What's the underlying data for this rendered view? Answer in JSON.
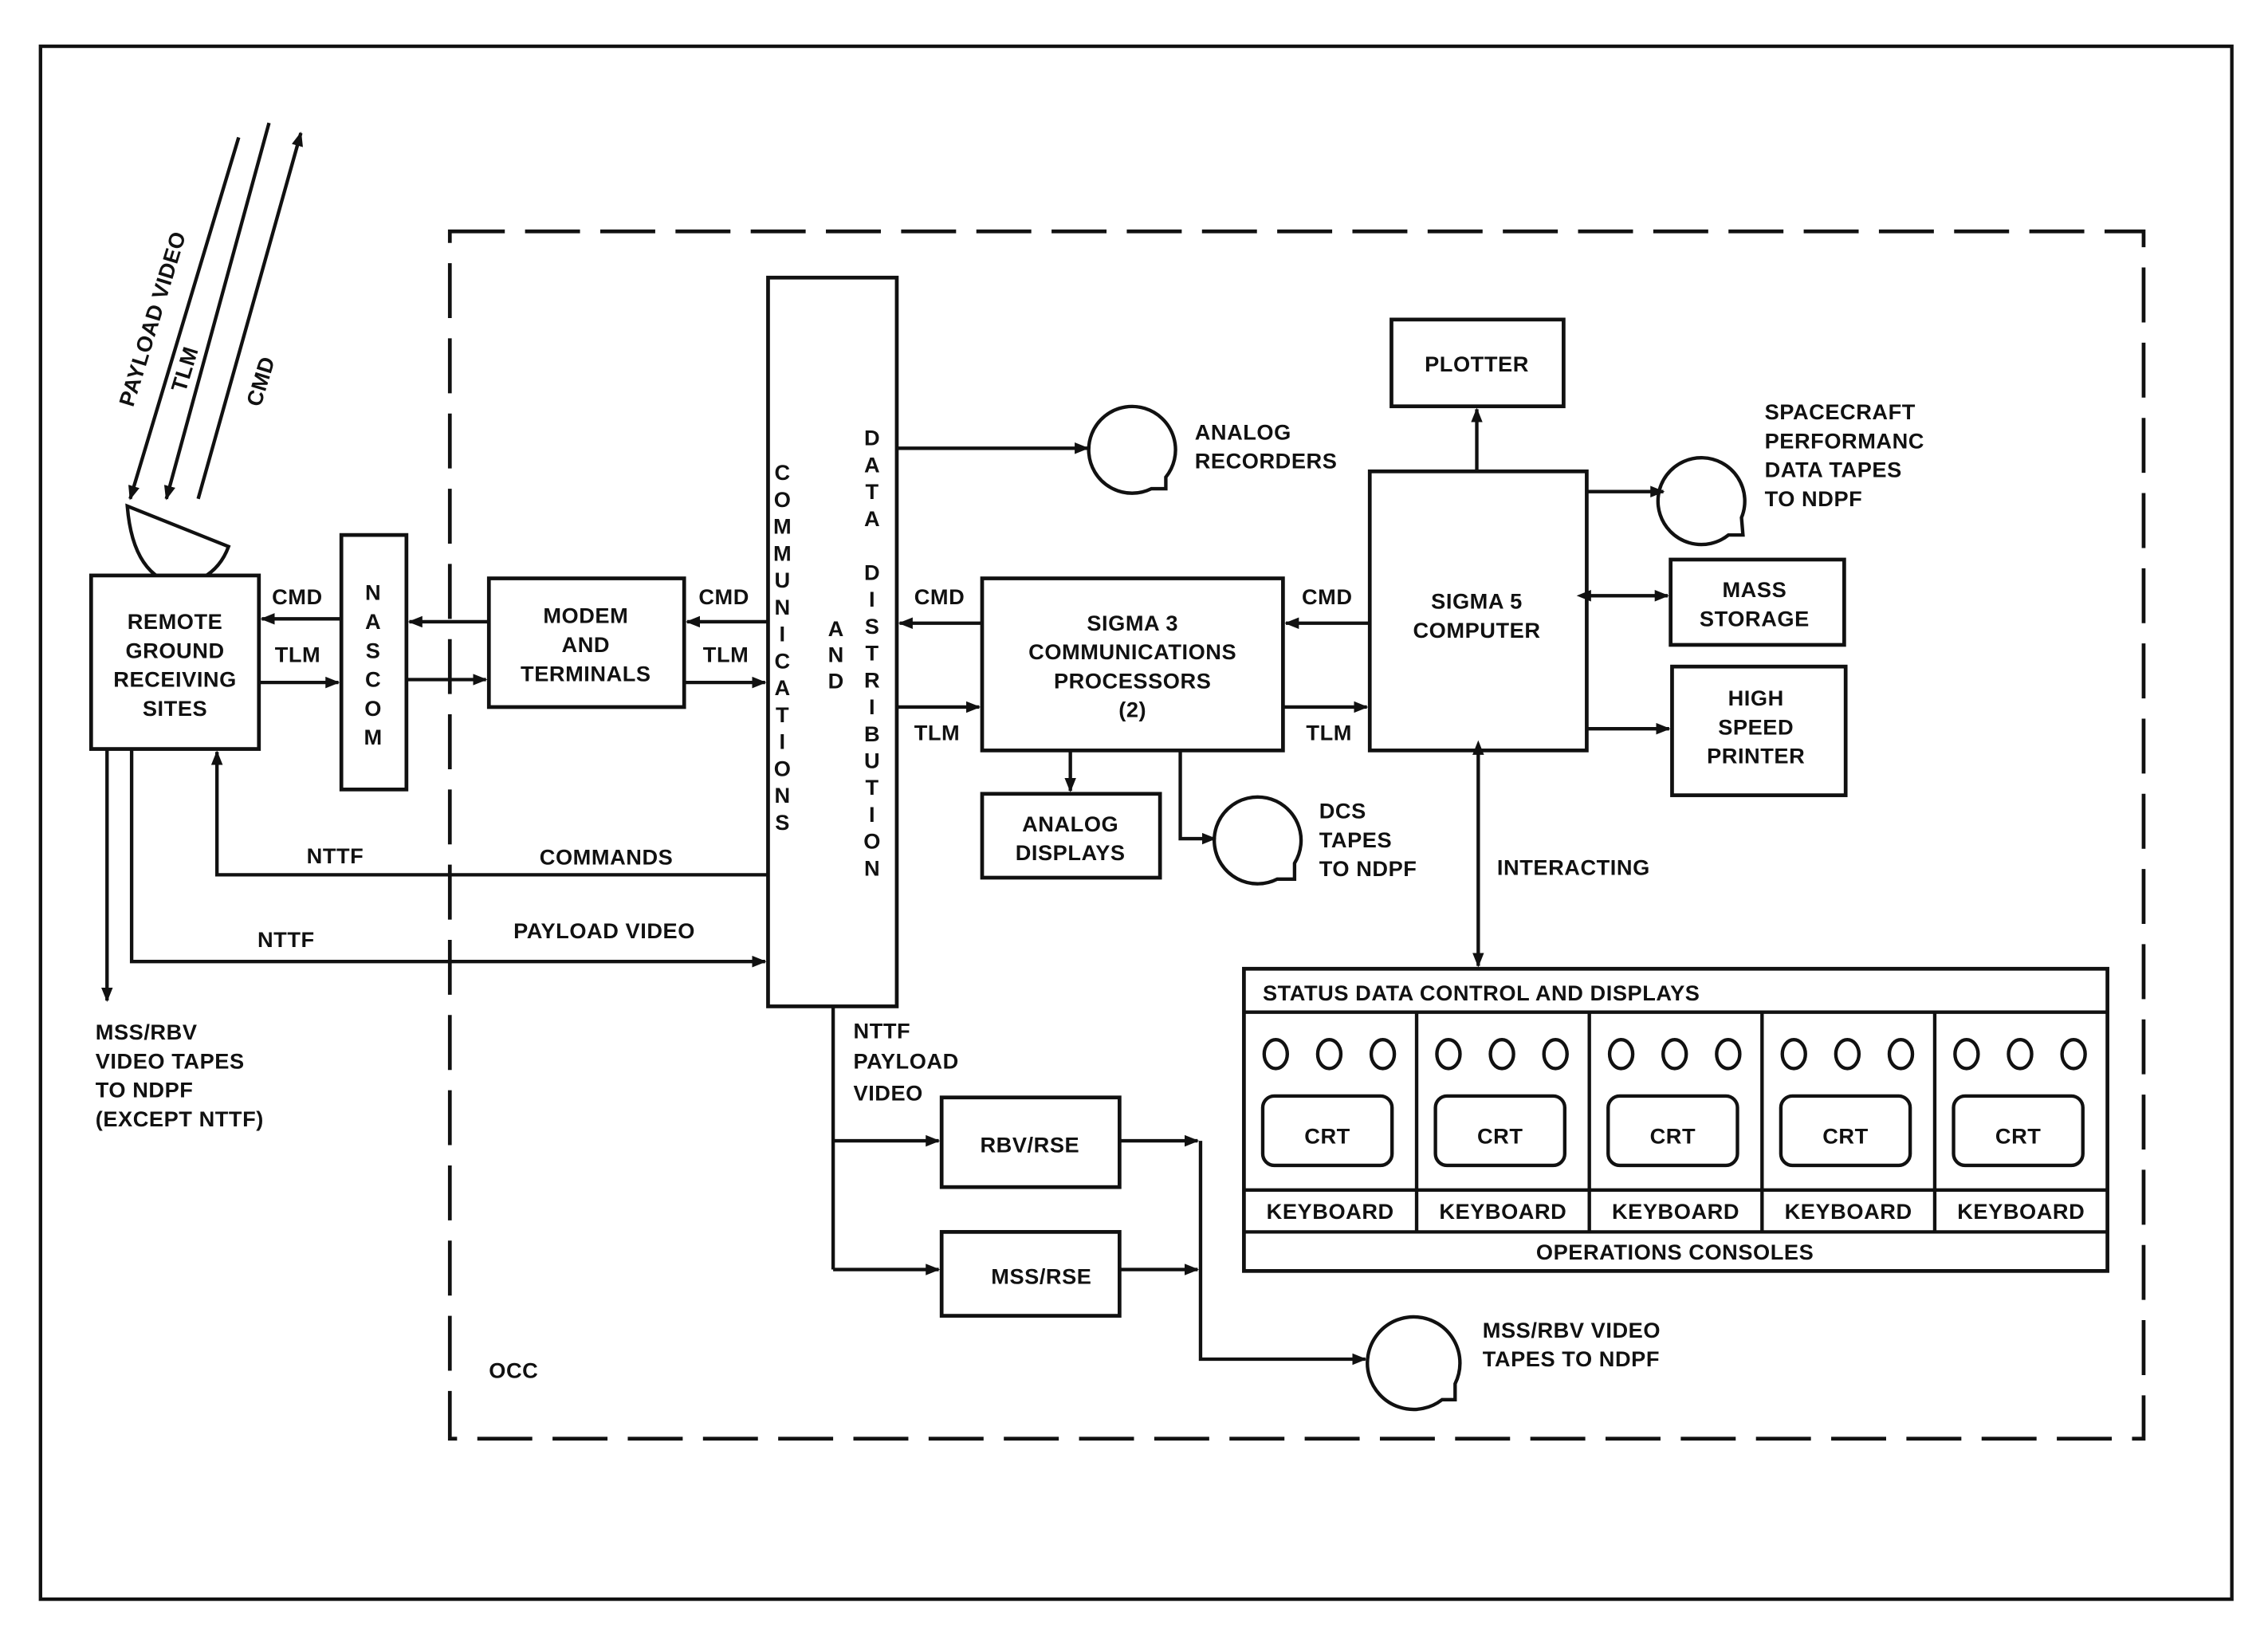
{
  "diagram": {
    "boundary_label": "OCC",
    "uplink": {
      "payload_video": "PAYLOAD VIDEO",
      "tlm": "TLM",
      "cmd": "CMD"
    },
    "blocks": {
      "remote_ground": [
        "REMOTE",
        "GROUND",
        "RECEIVING",
        "SITES"
      ],
      "nascom": [
        "N",
        "A",
        "S",
        "C",
        "O",
        "M"
      ],
      "modem": [
        "MODEM",
        "AND",
        "TERMINALS"
      ],
      "comm_col": [
        "C",
        "O",
        "M",
        "M",
        "U",
        "N",
        "I",
        "C",
        "A",
        "T",
        "I",
        "O",
        "N",
        "S"
      ],
      "and_col": [
        "A",
        "N",
        "D"
      ],
      "data_dist_col": [
        "D",
        "A",
        "T",
        "A",
        "",
        "D",
        "I",
        "S",
        "T",
        "R",
        "I",
        "B",
        "U",
        "T",
        "I",
        "O",
        "N"
      ],
      "sigma3": [
        "SIGMA 3",
        "COMMUNICATIONS",
        "PROCESSORS",
        "(2)"
      ],
      "sigma5": [
        "SIGMA 5",
        "COMPUTER"
      ],
      "plotter": "PLOTTER",
      "mass_storage": [
        "MASS",
        "STORAGE"
      ],
      "printer": [
        "HIGH",
        "SPEED",
        "PRINTER"
      ],
      "analog_displays": [
        "ANALOG",
        "DISPLAYS"
      ],
      "rbv_rse": "RBV/RSE",
      "mss_rse": "MSS/RSE"
    },
    "tapes": {
      "analog_recorders": [
        "ANALOG",
        "RECORDERS"
      ],
      "spacecraft_perf": [
        "SPACECRAFT",
        "PERFORMANC",
        "DATA TAPES",
        "TO NDPF"
      ],
      "dcs": [
        "DCS",
        "TAPES",
        "TO NDPF"
      ],
      "mss_rbv_video": [
        "MSS/RBV VIDEO",
        "TAPES TO NDPF"
      ]
    },
    "links": {
      "cmd": "CMD",
      "tlm": "TLM",
      "nttf_1": "NTTF",
      "commands": "COMMANDS",
      "nttf_2": "NTTF",
      "payload_video": "PAYLOAD VIDEO",
      "interacting": "INTERACTING",
      "nttf_payload_video": [
        "NTTF",
        "PAYLOAD",
        "VIDEO"
      ],
      "mss_rbv_out": [
        "MSS/RBV",
        "VIDEO TAPES",
        "TO NDPF",
        "(EXCEPT NTTF)"
      ]
    },
    "consoles": {
      "header": "STATUS DATA CONTROL AND DISPLAYS",
      "footer": "OPERATIONS CONSOLES",
      "units": [
        {
          "screen": "CRT",
          "keyboard": "KEYBOARD"
        },
        {
          "screen": "CRT",
          "keyboard": "KEYBOARD"
        },
        {
          "screen": "CRT",
          "keyboard": "KEYBOARD"
        },
        {
          "screen": "CRT",
          "keyboard": "KEYBOARD"
        },
        {
          "screen": "CRT",
          "keyboard": "KEYBOARD"
        }
      ]
    }
  }
}
